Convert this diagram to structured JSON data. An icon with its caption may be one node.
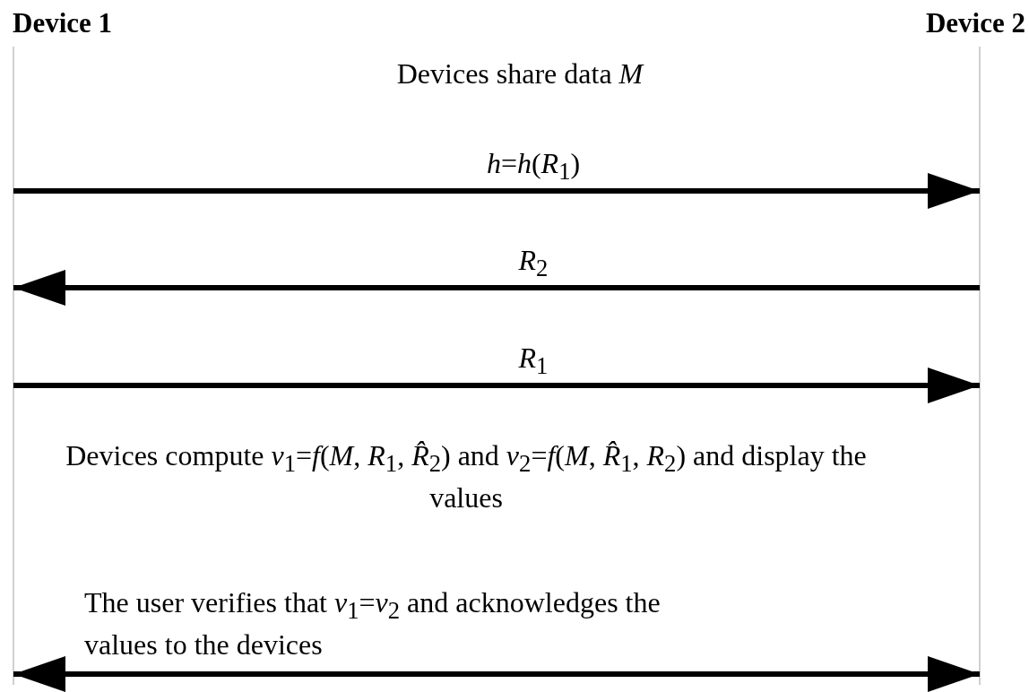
{
  "diagram": {
    "nodes": [
      {
        "text": [
          "Device 1"
        ]
      },
      {
        "text": [
          "Device 2"
        ]
      }
    ],
    "edges": [
      {
        "from": 0,
        "to": 1,
        "arrow": "to",
        "label": "*h*=*h*(*R*$_{1}$)"
      },
      {
        "from": 1,
        "to": 0,
        "arrow": "to",
        "label": "*R*$_{2}$"
      },
      {
        "from": 0,
        "to": 1,
        "arrow": "to",
        "label": "*R*$_{1}$"
      },
      {
        "from": 0,
        "to": 1,
        "arrow": "both",
        "label": "The user verifies that *v*$_{1}$=*v*$_{2}$ and acknowledges the values to the devices"
      }
    ],
    "labels": [
      "Devices share data *M*",
      "Devices compute *v*$_{1}$=*f*(*M*, *R*$_{1}$, *R̂*$_{2}$) and *v*$_{2}$=*f*(*M*, *R̂*$_{1}$, *R*$_{2}$) and display the values"
    ]
  }
}
